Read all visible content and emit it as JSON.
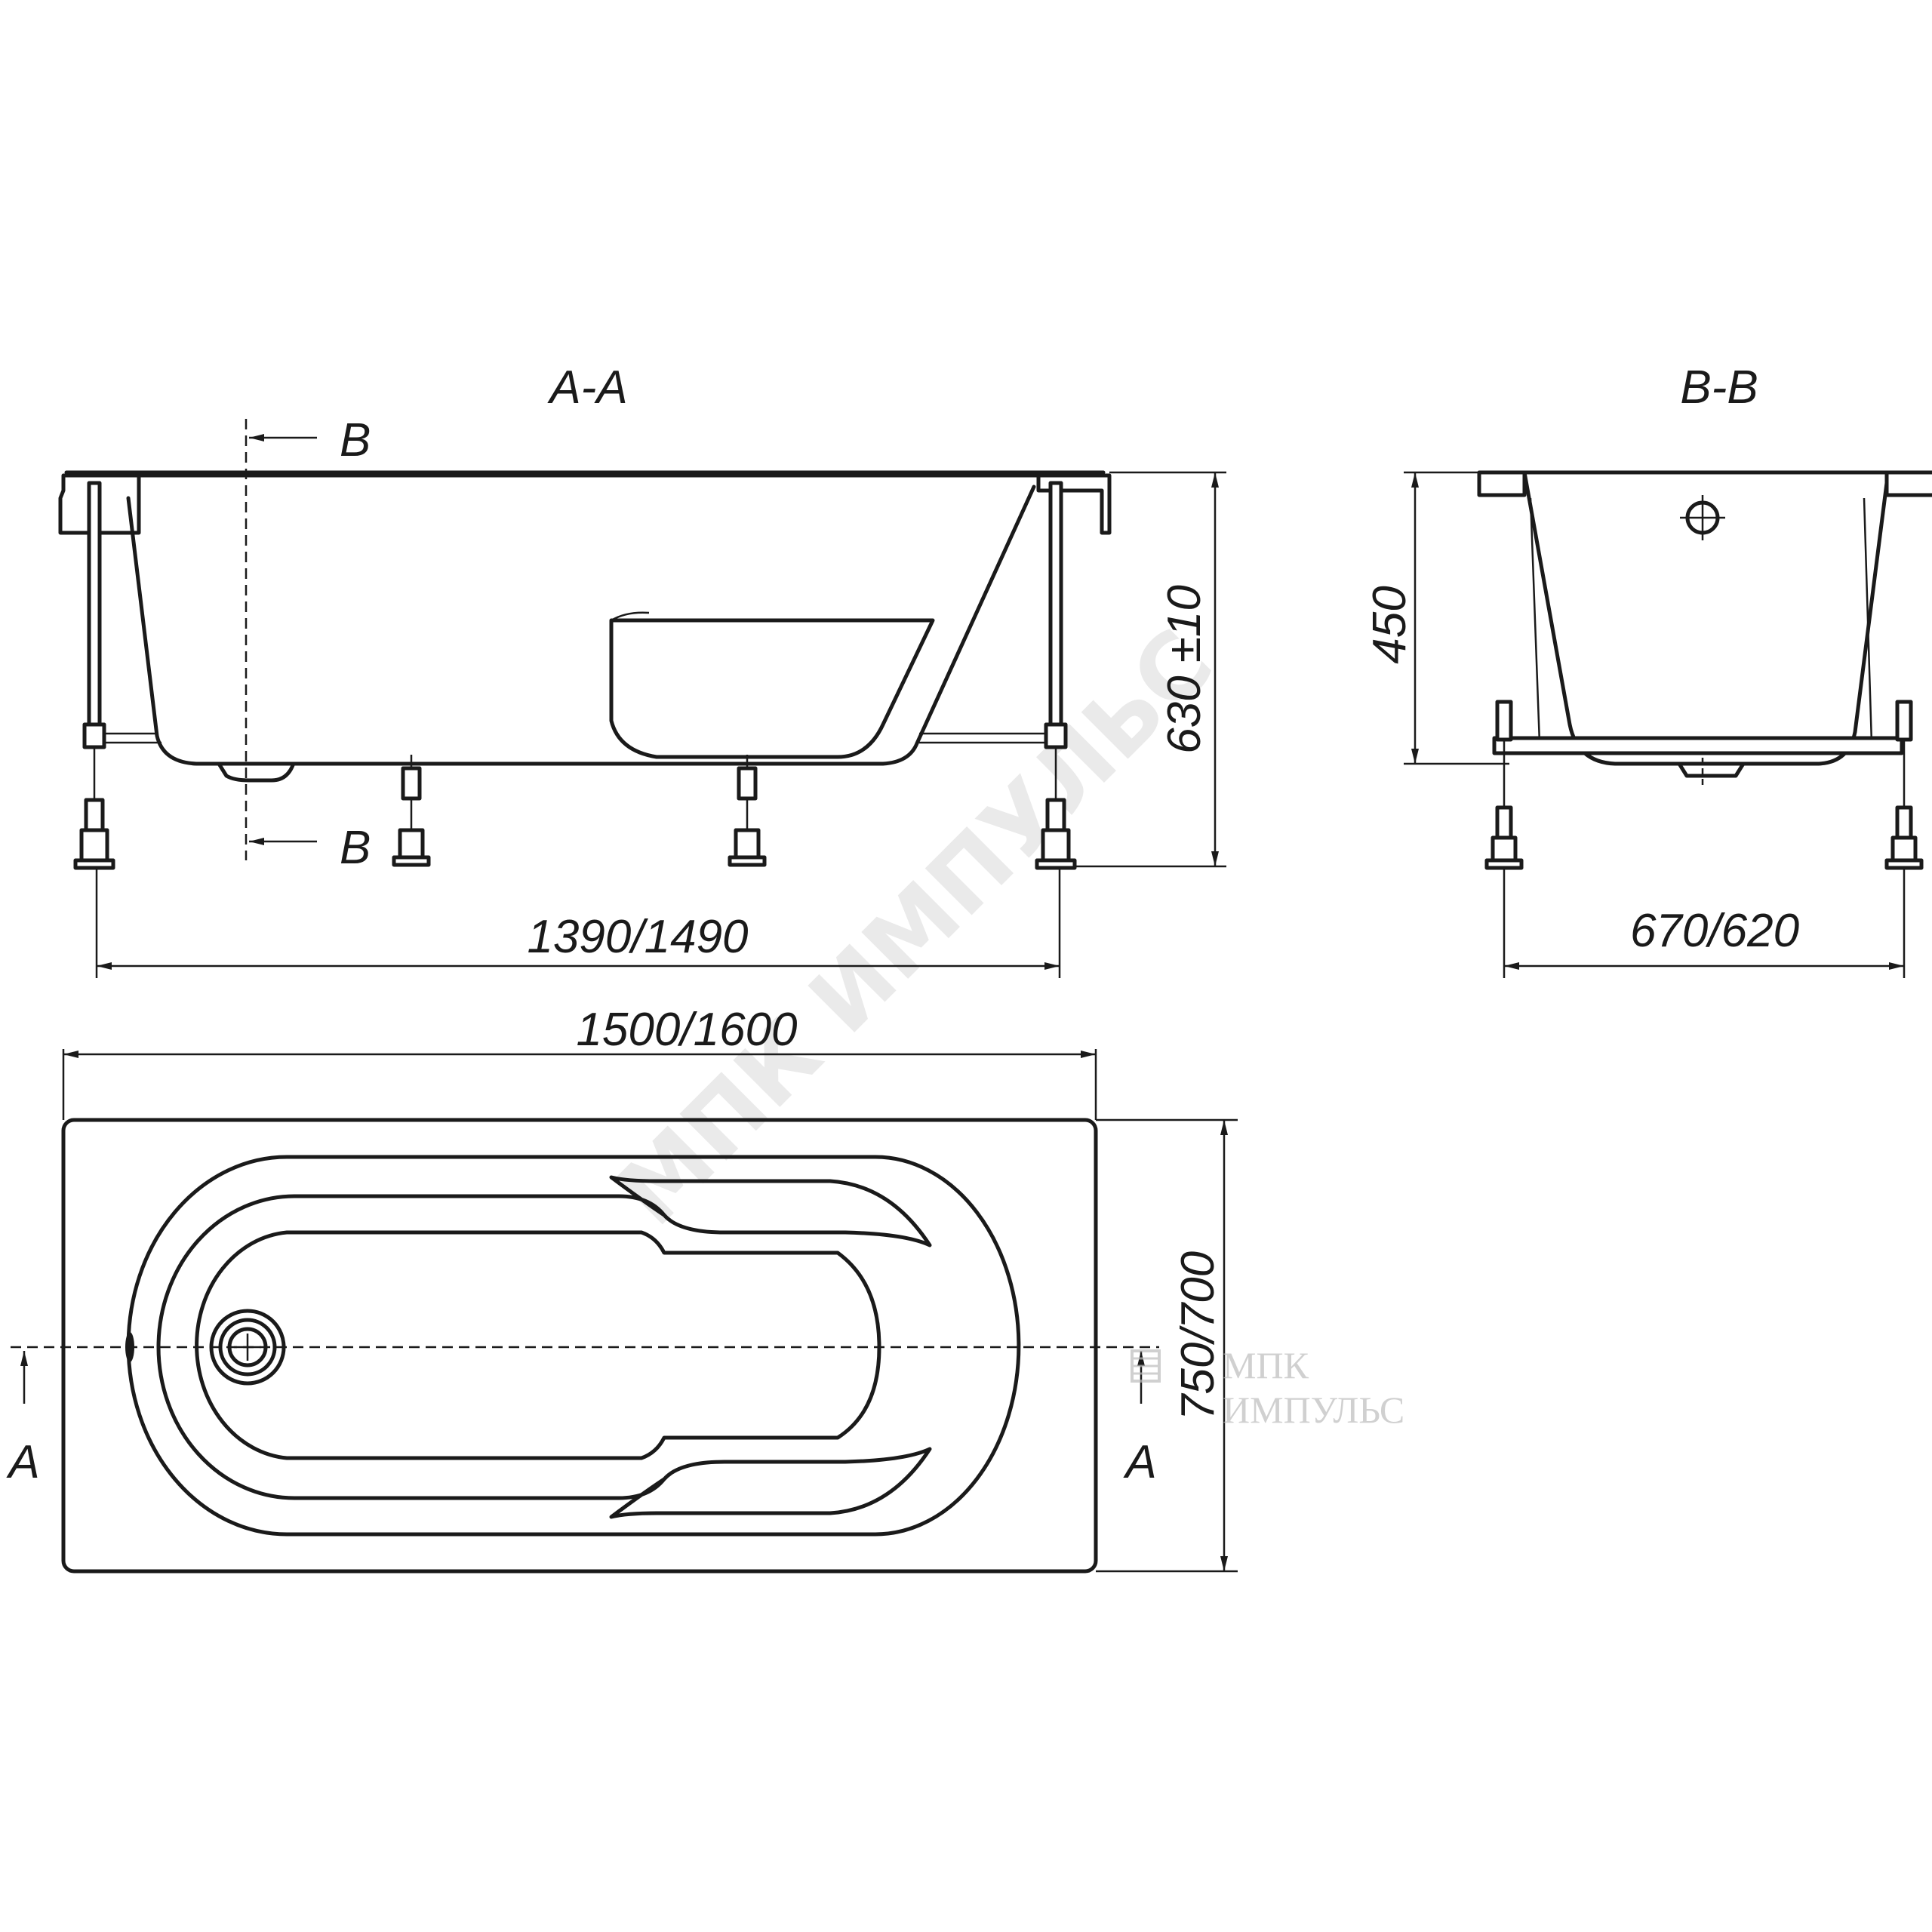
{
  "views": {
    "section_aa": {
      "title": "A-A"
    },
    "section_bb": {
      "title": "B-B"
    }
  },
  "section_markers": {
    "b_top": "B",
    "b_bottom": "B",
    "a_left": "A",
    "a_right": "A"
  },
  "dimensions": {
    "frame_length": "1390/1490",
    "total_height": "630 ±10",
    "bath_depth": "450",
    "frame_width": "670/620",
    "bath_length": "1500/1600",
    "bath_width": "750/700"
  },
  "watermark": {
    "diagonal": "МПК ИМПУЛЬС",
    "logo_line1": "МПК",
    "logo_line2": "ИМПУЛЬС"
  }
}
